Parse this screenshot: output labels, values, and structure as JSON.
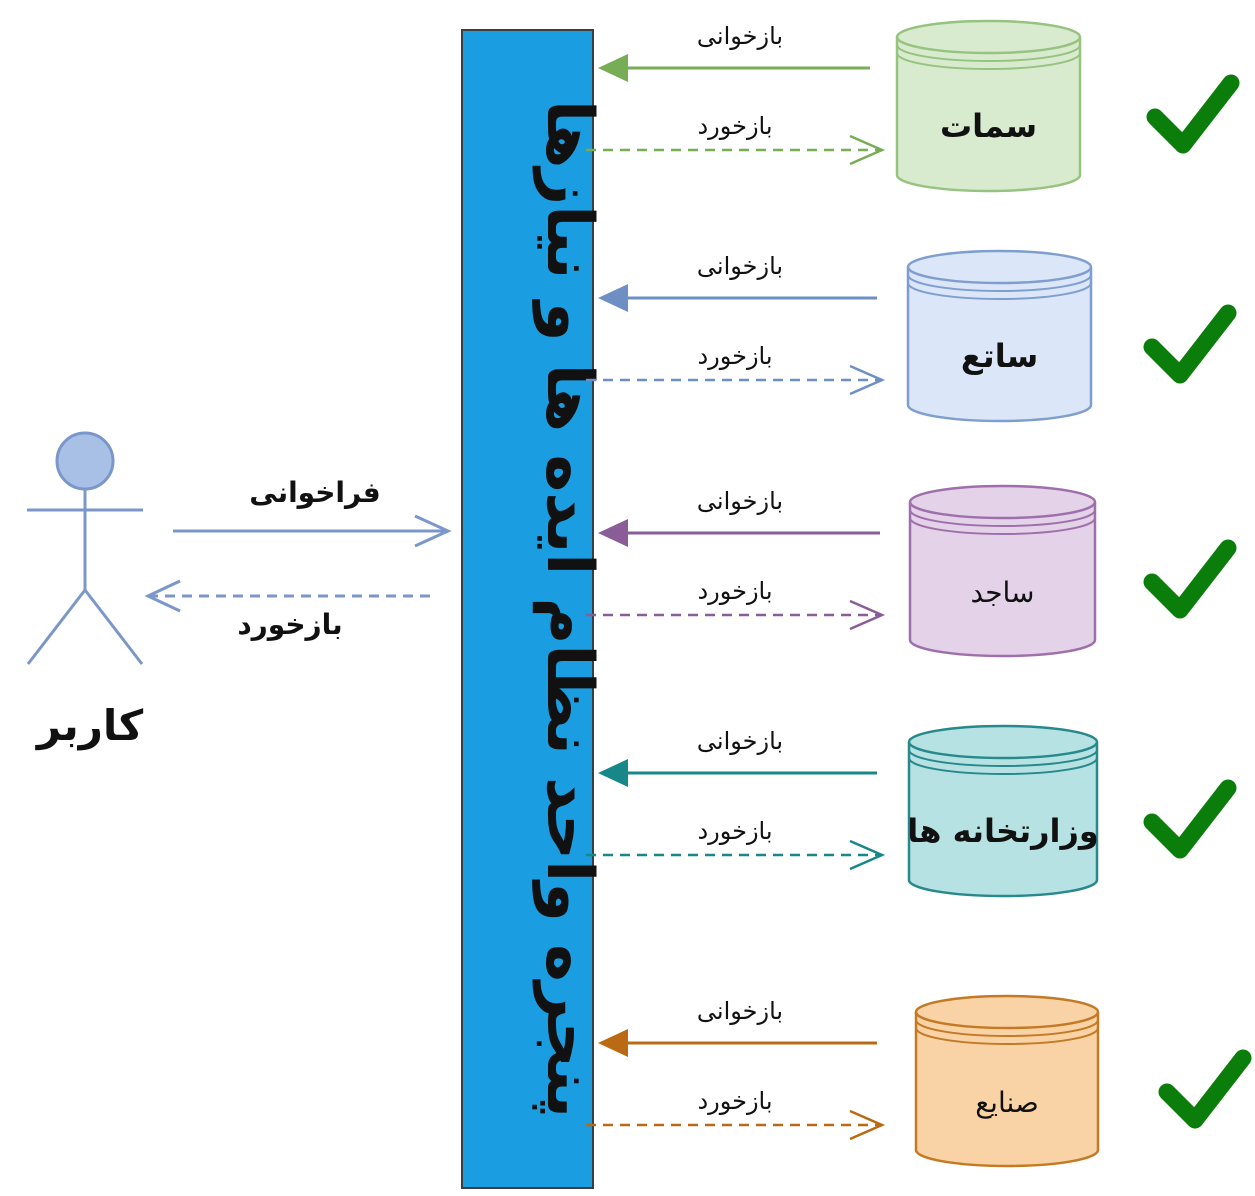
{
  "actor": {
    "label": "کاربر",
    "color": "#7b97c9",
    "fill": "#a9c0e6"
  },
  "central_window": {
    "label": "پنجره واحد نظام ایده ها و نیازها",
    "fill": "#1b9de2",
    "text_color": "#111111"
  },
  "actor_links": {
    "call_label": "فراخوانی",
    "feedback_label": "بازخورد"
  },
  "systems": [
    {
      "name": "سمات",
      "fetch_label": "بازخوانی",
      "feedback_label": "بازخورد",
      "fill": "#d8ebcf",
      "stroke": "#97c380",
      "arrow": "#77ad55",
      "checked": true
    },
    {
      "name": "ساتع",
      "fetch_label": "بازخوانی",
      "feedback_label": "بازخورد",
      "fill": "#dbe7f8",
      "stroke": "#7f9ed0",
      "arrow": "#6e8fc4",
      "checked": true
    },
    {
      "name": "ساجد",
      "fetch_label": "بازخوانی",
      "feedback_label": "بازخورد",
      "fill": "#e3d2e8",
      "stroke": "#9f6fac",
      "arrow": "#8a5c98",
      "checked": true
    },
    {
      "name": "وزارتخانه ها",
      "fetch_label": "بازخوانی",
      "feedback_label": "بازخورد",
      "fill": "#b7e2e3",
      "stroke": "#27898c",
      "arrow": "#17878a",
      "checked": true
    },
    {
      "name": "صنایع",
      "fetch_label": "بازخوانی",
      "feedback_label": "بازخورد",
      "fill": "#f9d3a6",
      "stroke": "#c47a24",
      "arrow": "#b96a12",
      "checked": true
    }
  ],
  "check_color": "#0a7d0a"
}
